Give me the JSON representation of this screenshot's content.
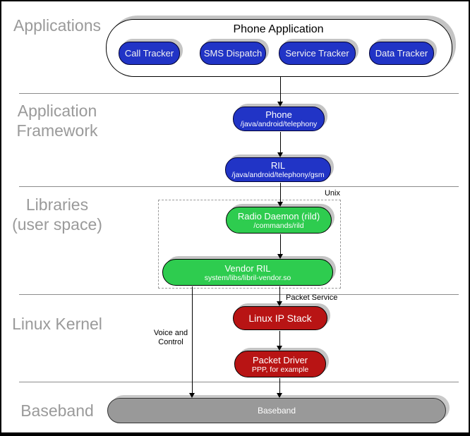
{
  "sections": [
    {
      "id": "applications",
      "label_lines": [
        "Applications"
      ]
    },
    {
      "id": "application-framework",
      "label_lines": [
        "Application",
        "Framework"
      ]
    },
    {
      "id": "libraries",
      "label_lines": [
        "Libraries",
        "(user space)"
      ]
    },
    {
      "id": "linux-kernel",
      "label_lines": [
        "Linux Kernel"
      ]
    },
    {
      "id": "baseband",
      "label_lines": [
        "Baseband"
      ]
    }
  ],
  "group": {
    "title": "Phone Application",
    "buttons": [
      "Call Tracker",
      "SMS Dispatch",
      "Service Tracker",
      "Data Tracker"
    ]
  },
  "nodes": {
    "phone": {
      "title": "Phone",
      "subtitle": "/java/android/telephony"
    },
    "ril": {
      "title": "RIL",
      "subtitle": "/java/android/telephony/gsm"
    },
    "radio_daemon": {
      "title": "Radio Daemon (rild)",
      "subtitle": "/commands/rild"
    },
    "vendor_ril": {
      "title": "Vendor RIL",
      "subtitle": "system/libs/libril-vendor.so"
    },
    "linux_ip_stack": {
      "title": "Linux IP Stack"
    },
    "packet_driver": {
      "title": "Packet Driver",
      "subtitle": "PPP, for example"
    },
    "baseband": {
      "title": "Baseband"
    }
  },
  "annotations": {
    "unix": "Unix",
    "packet_service": "Packet Service",
    "voice_and_control": [
      "Voice and",
      "Control"
    ]
  },
  "colors": {
    "app_blue": "#2134c6",
    "lib_green": "#2ecc4f",
    "kernel_red": "#b81414",
    "baseband_gray": "#999999",
    "label_gray": "#9a9a9a",
    "shadow_gray": "#c4c4c4"
  }
}
